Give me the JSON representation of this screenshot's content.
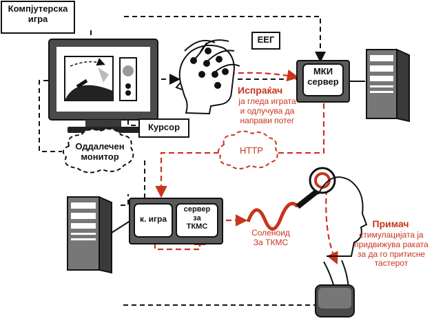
{
  "labels": {
    "game_box": [
      "Компјутерска",
      "игра"
    ],
    "eeg": "ЕЕГ",
    "bci_server": [
      "МКИ",
      "сервер"
    ],
    "sender_title": "Испраќач",
    "sender_desc": [
      "ја гледа играта",
      "и одлучува да",
      "направи потег"
    ],
    "cursor": "Курсор",
    "remote_monitor": [
      "Оддалечен",
      "монитор"
    ],
    "http": "HTTP",
    "game_small": "к. игра",
    "tms_server": [
      "сервер",
      "за",
      "ТКМС"
    ],
    "coil": [
      "Соленоид",
      "За ТКМС"
    ],
    "receiver_title": "Примач",
    "receiver_desc": [
      "стимулацијата ја",
      "придвижува раката",
      "за да го притисне",
      "тастерот"
    ]
  },
  "colors": {
    "accent_red": "#c8341c",
    "ink": "#111111",
    "gray": "#6b6b6b"
  }
}
